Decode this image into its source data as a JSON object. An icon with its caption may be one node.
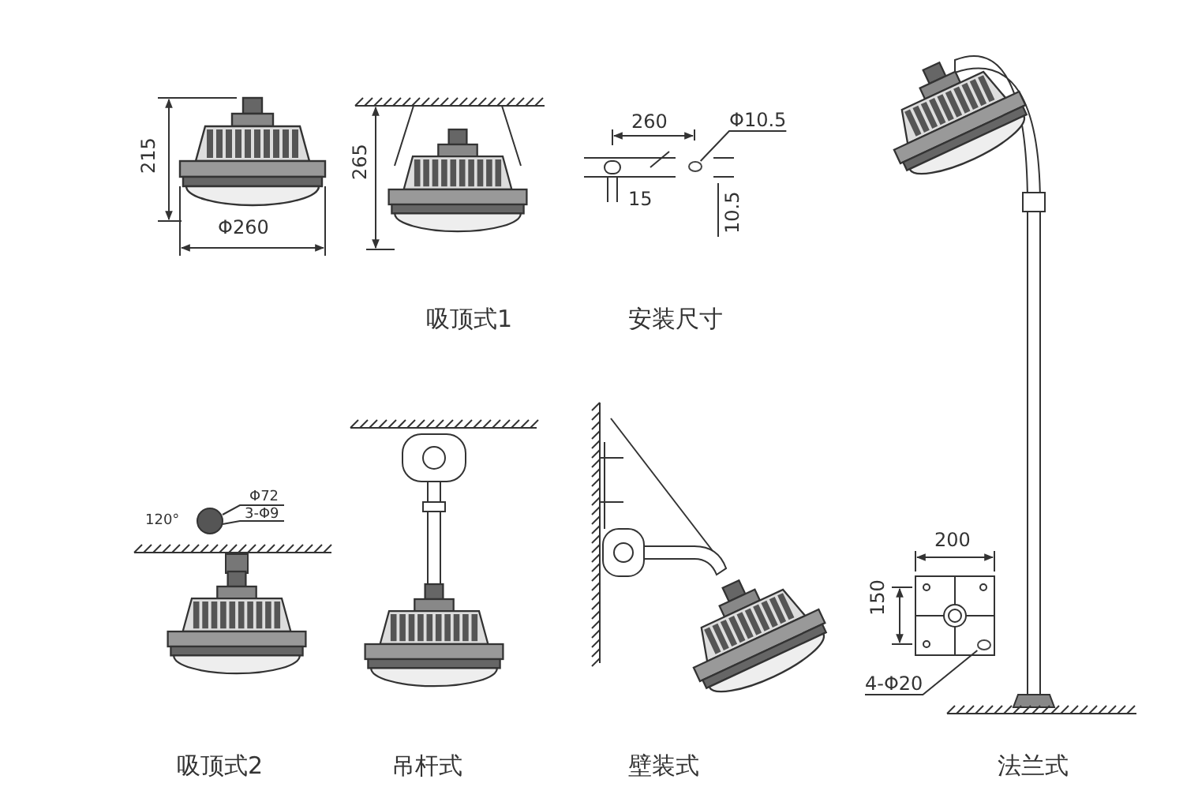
{
  "diagram": {
    "nodes": [
      {
        "text": [
          "Φ10.5"
        ]
      },
      {
        "text": [],
        "shape": "circle"
      },
      {
        "text": [
          "4-Φ20"
        ]
      },
      {
        "text": [],
        "shape": "circle"
      }
    ],
    "edges": [
      {
        "from": 0,
        "to": 1,
        "arrow": "none"
      },
      {
        "from": 2,
        "to": 3,
        "arrow": "none"
      }
    ],
    "labels": [
      "215",
      "265",
      "260",
      "15",
      "10.5",
      "Φ260",
      "吸顶式1",
      "安装尺寸",
      "Φ72",
      "120°",
      "3-Φ9",
      "200",
      "150",
      "吸顶式2",
      "吊杆式",
      "壁装式",
      "法兰式"
    ]
  }
}
